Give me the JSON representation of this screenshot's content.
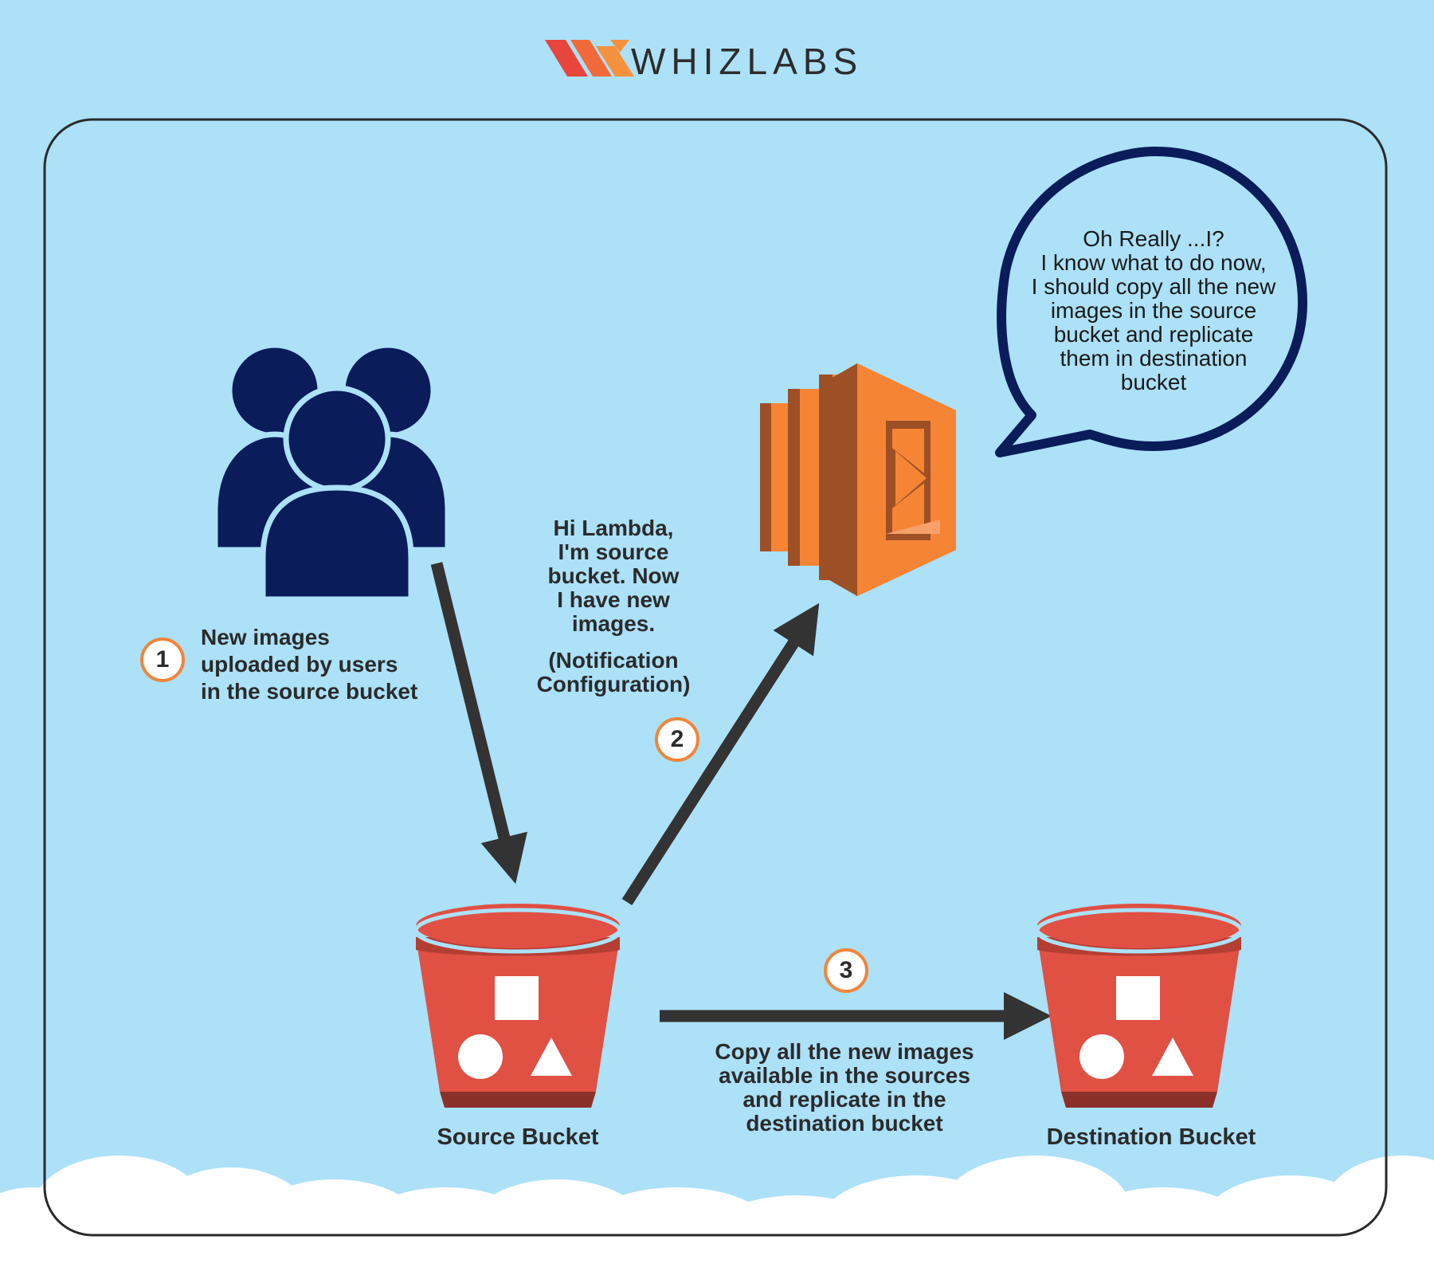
{
  "brand": {
    "name": "WHIZLABS"
  },
  "steps": {
    "s1": {
      "number": "1",
      "text": "New images\nuploaded by users\nin the source bucket"
    },
    "s2": {
      "number": "2",
      "message": "Hi Lambda,\nI'm source\nbucket. Now\nI have new\nimages.",
      "note": "(Notification\nConfiguration)"
    },
    "s3": {
      "number": "3",
      "text": "Copy all the new images\navailable in the sources\nand replicate in the\ndestination bucket"
    }
  },
  "speech": {
    "text": "Oh Really ...I?\nI know what to do now,\nI should copy all the new\nimages in the source\nbucket and replicate\nthem in destination\nbucket"
  },
  "nodes": {
    "users": {
      "icon": "users-group-icon"
    },
    "lambda": {
      "icon": "aws-lambda-icon"
    },
    "source": {
      "label": "Source Bucket",
      "icon": "s3-bucket-icon"
    },
    "destination": {
      "label": "Destination Bucket",
      "icon": "s3-bucket-icon"
    }
  },
  "colors": {
    "background": "#ace1f8",
    "navy": "#0a1c5a",
    "bucket_red": "#e05043",
    "bucket_dark": "#8c3129",
    "lambda_orange": "#f58535",
    "lambda_brown": "#9d4f26",
    "step_ring": "#f0853a",
    "arrow": "#333333"
  }
}
